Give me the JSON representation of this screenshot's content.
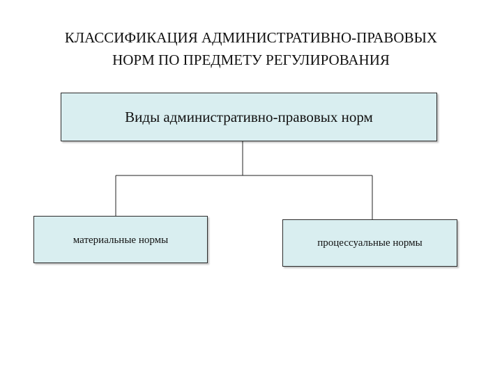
{
  "slide": {
    "title_line1": "КЛАССИФИКАЦИЯ АДМИНИСТРАТИВНО-ПРАВОВЫХ",
    "title_line2": "НОРМ ПО ПРЕДМЕТУ РЕГУЛИРОВАНИЯ"
  },
  "diagram": {
    "root_label": "Виды административно-правовых норм",
    "children": [
      {
        "label": "материальные нормы"
      },
      {
        "label": "процессуальные нормы"
      }
    ],
    "colors": {
      "box_fill": "#d9eef0",
      "box_border": "#2b2b2b",
      "line": "#222222"
    }
  }
}
